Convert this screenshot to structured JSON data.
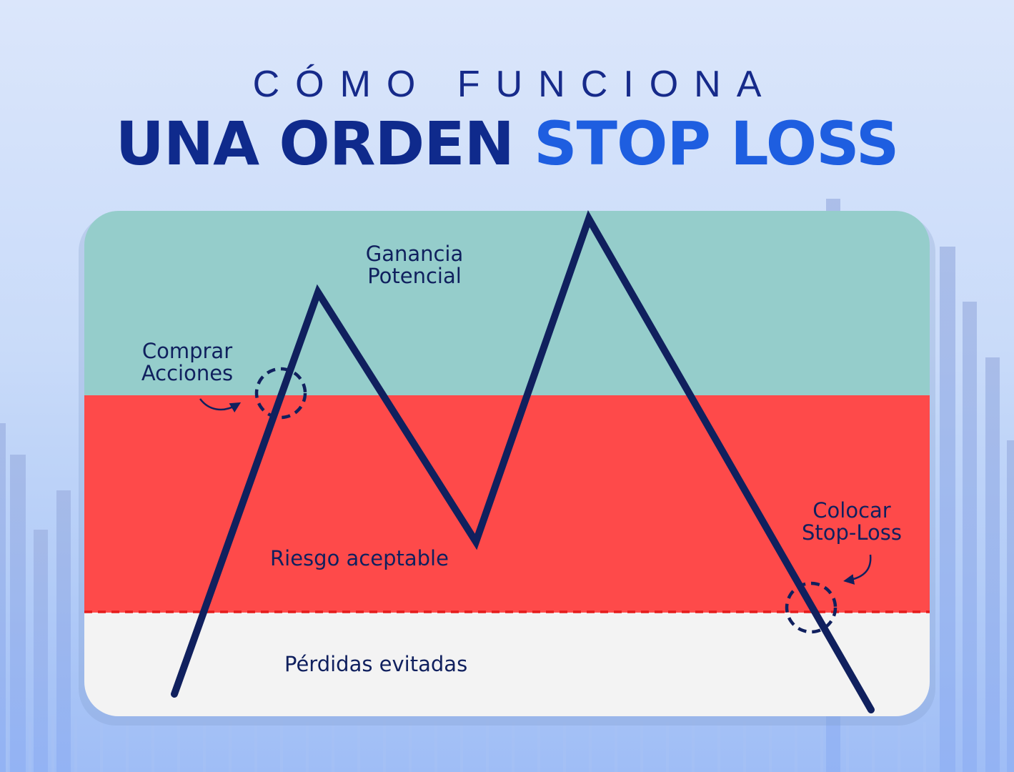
{
  "title": {
    "line1": "CÓMO FUNCIONA",
    "line2_part1": "UNA ORDEN",
    "line2_part2": "STOP LOSS"
  },
  "zones": {
    "profit": {
      "line1": "Ganancia",
      "line2": "Potencial"
    },
    "risk": "Riesgo aceptable",
    "avoided": "Pérdidas evitadas"
  },
  "annotations": {
    "buy": {
      "line1": "Comprar",
      "line2": "Acciones"
    },
    "stop": {
      "line1": "Colocar",
      "line2": "Stop-Loss"
    }
  },
  "colors": {
    "profit_zone": "#95cdcb",
    "risk_zone": "#fe4a4a",
    "avoided_zone": "#f3f3f3",
    "line": "#10205e",
    "stop_dashes": "#e51b1b",
    "title_dark": "#0f2a8c",
    "title_accent": "#1e5ee0"
  }
}
